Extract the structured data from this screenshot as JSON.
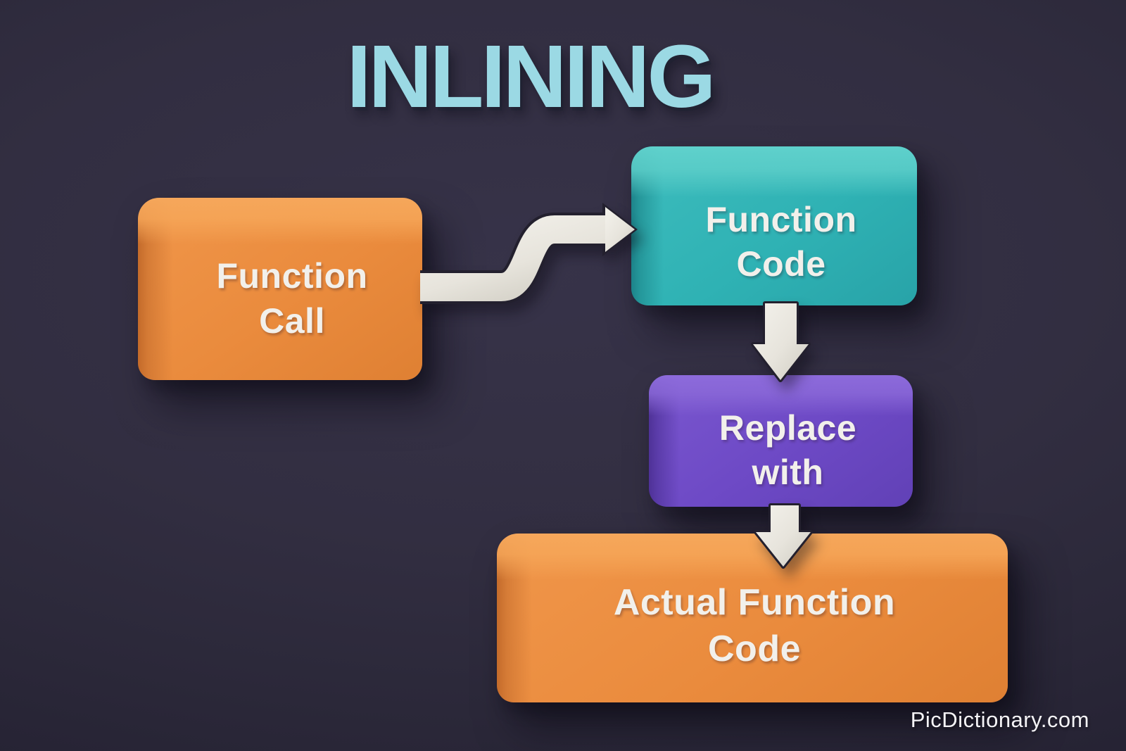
{
  "page": {
    "background_color": "#2e2b3c",
    "watermark": "PicDictionary.com"
  },
  "title": {
    "text": "INLINING",
    "color": "#9bd9e4"
  },
  "diagram": {
    "label_color": "#f2f0eb",
    "arrow_color": "#e9e6df",
    "arrow_outline_color": "#23202e",
    "nodes": [
      {
        "id": "function-call",
        "label": "Function\nCall",
        "color": "#ea8b3d"
      },
      {
        "id": "function-code",
        "label": "Function\nCode",
        "color": "#2fb2b4"
      },
      {
        "id": "replace-with",
        "label": "Replace\nwith",
        "color": "#6d49c5"
      },
      {
        "id": "actual-function-code",
        "label": "Actual Function\nCode",
        "color": "#ea8b3d"
      }
    ],
    "edges": [
      {
        "from": "function-call",
        "to": "function-code",
        "style": "s-curve-right"
      },
      {
        "from": "function-code",
        "to": "replace-with",
        "style": "down"
      },
      {
        "from": "replace-with",
        "to": "actual-function-code",
        "style": "down"
      }
    ]
  }
}
